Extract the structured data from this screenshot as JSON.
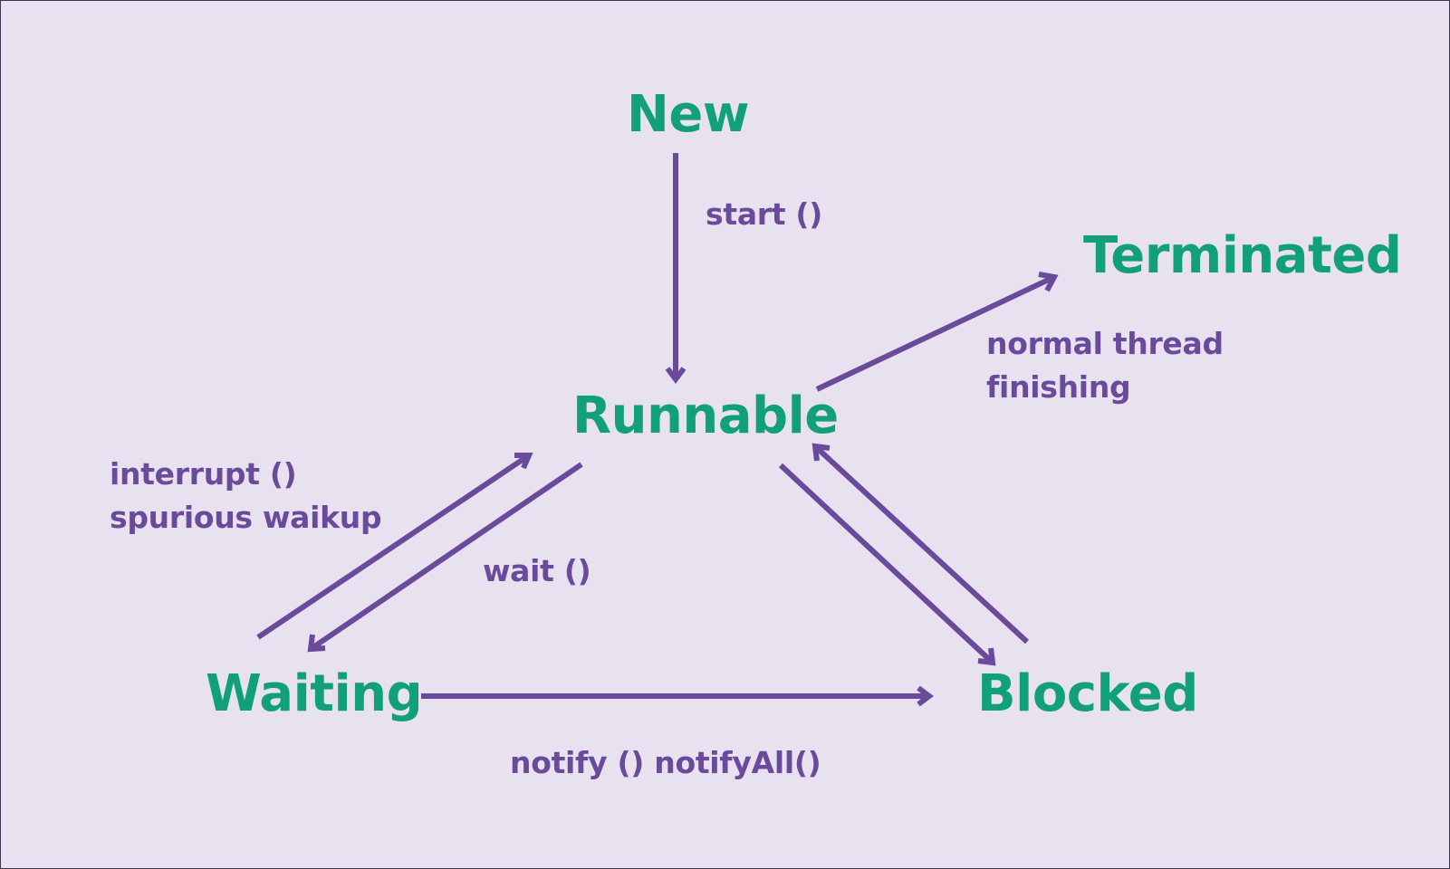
{
  "states": {
    "new": "New",
    "runnable": "Runnable",
    "terminated": "Terminated",
    "waiting": "Waiting",
    "blocked": "Blocked"
  },
  "transitions": {
    "start": "start ()",
    "normal_finish_line1": "normal thread",
    "normal_finish_line2": "finishing",
    "interrupt_line1": "interrupt ()",
    "interrupt_line2": "spurious waikup",
    "wait": "wait ()",
    "notify": "notify () notifyAll()"
  },
  "colors": {
    "background": "#e8e2f0",
    "state_text": "#12a07a",
    "arrow_and_label": "#6a4a9a"
  }
}
